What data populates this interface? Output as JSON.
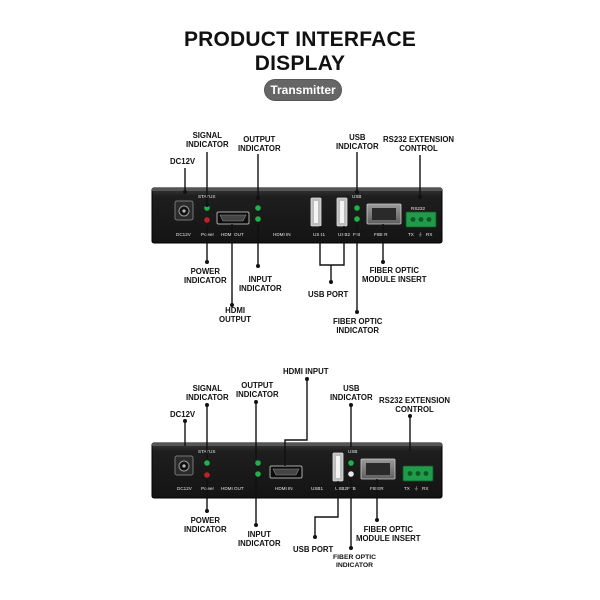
{
  "header": {
    "title_line1": "PRODUCT INTERFACE",
    "title_line2": "DISPLAY",
    "mode_badge": "Transmitter"
  },
  "transmitter": {
    "callouts": {
      "dc12v": "DC12V",
      "signal": [
        "SIGNAL",
        "INDICATOR"
      ],
      "output": [
        "OUTPUT",
        "INDICATOR"
      ],
      "usb_ind": [
        "USB",
        "INDICATOR"
      ],
      "rs232": [
        "RS232 EXTENSION",
        "CONTROL"
      ],
      "power": [
        "POWER",
        "INDICATOR"
      ],
      "input": [
        "INPUT",
        "INDICATOR"
      ],
      "hdmi_out": [
        "HDMI",
        "OUTPUT"
      ],
      "usb_port": "USB PORT",
      "fiber_module": [
        "FIBER OPTIC",
        "MODULE INSERT"
      ],
      "fiber_ind": [
        "FIBER OPTIC",
        "INDICATOR"
      ]
    },
    "panel": {
      "dc12v": "DC12V",
      "status": "STATUS",
      "power": "Power",
      "hdmi_out": "HDMI OUT",
      "hdmi_in": "HDMI IN",
      "usb": "USB",
      "usb1": "USB1",
      "usb2": "USB2",
      "fib": "FIB",
      "fiber": "FIBER",
      "rs232": "RS232",
      "tx": "TX",
      "gnd": "⏚",
      "rx": "RX"
    }
  },
  "receiver": {
    "callouts": {
      "hdmi_input": "HDMI INPUT",
      "signal": [
        "SIGNAL",
        "INDICATOR"
      ],
      "output": [
        "OUTPUT",
        "INDICATOR"
      ],
      "dc12v": "DC12V",
      "usb_ind": [
        "USB",
        "INDICATOR"
      ],
      "rs232": [
        "RS232 EXTENSION",
        "CONTROL"
      ],
      "power": [
        "POWER",
        "INDICATOR"
      ],
      "input": [
        "INPUT",
        "INDICATOR"
      ],
      "usb_port": "USB PORT",
      "fiber_module": [
        "FIBER OPTIC",
        "MODULE INSERT"
      ],
      "fiber_ind": [
        "FIBER OPTIC",
        "INDICATOR"
      ]
    },
    "panel": {
      "dc12v": "DC12V",
      "status": "STATUS",
      "power": "Power",
      "hdmi_out": "HDMI OUT",
      "hdmi_in": "HDMI IN",
      "usb": "USB",
      "usb1": "USB1",
      "usb2": "USB2",
      "fib": "FTB",
      "fiber": "FIBER",
      "tx": "TX",
      "gnd": "⏚",
      "rx": "RX"
    }
  }
}
